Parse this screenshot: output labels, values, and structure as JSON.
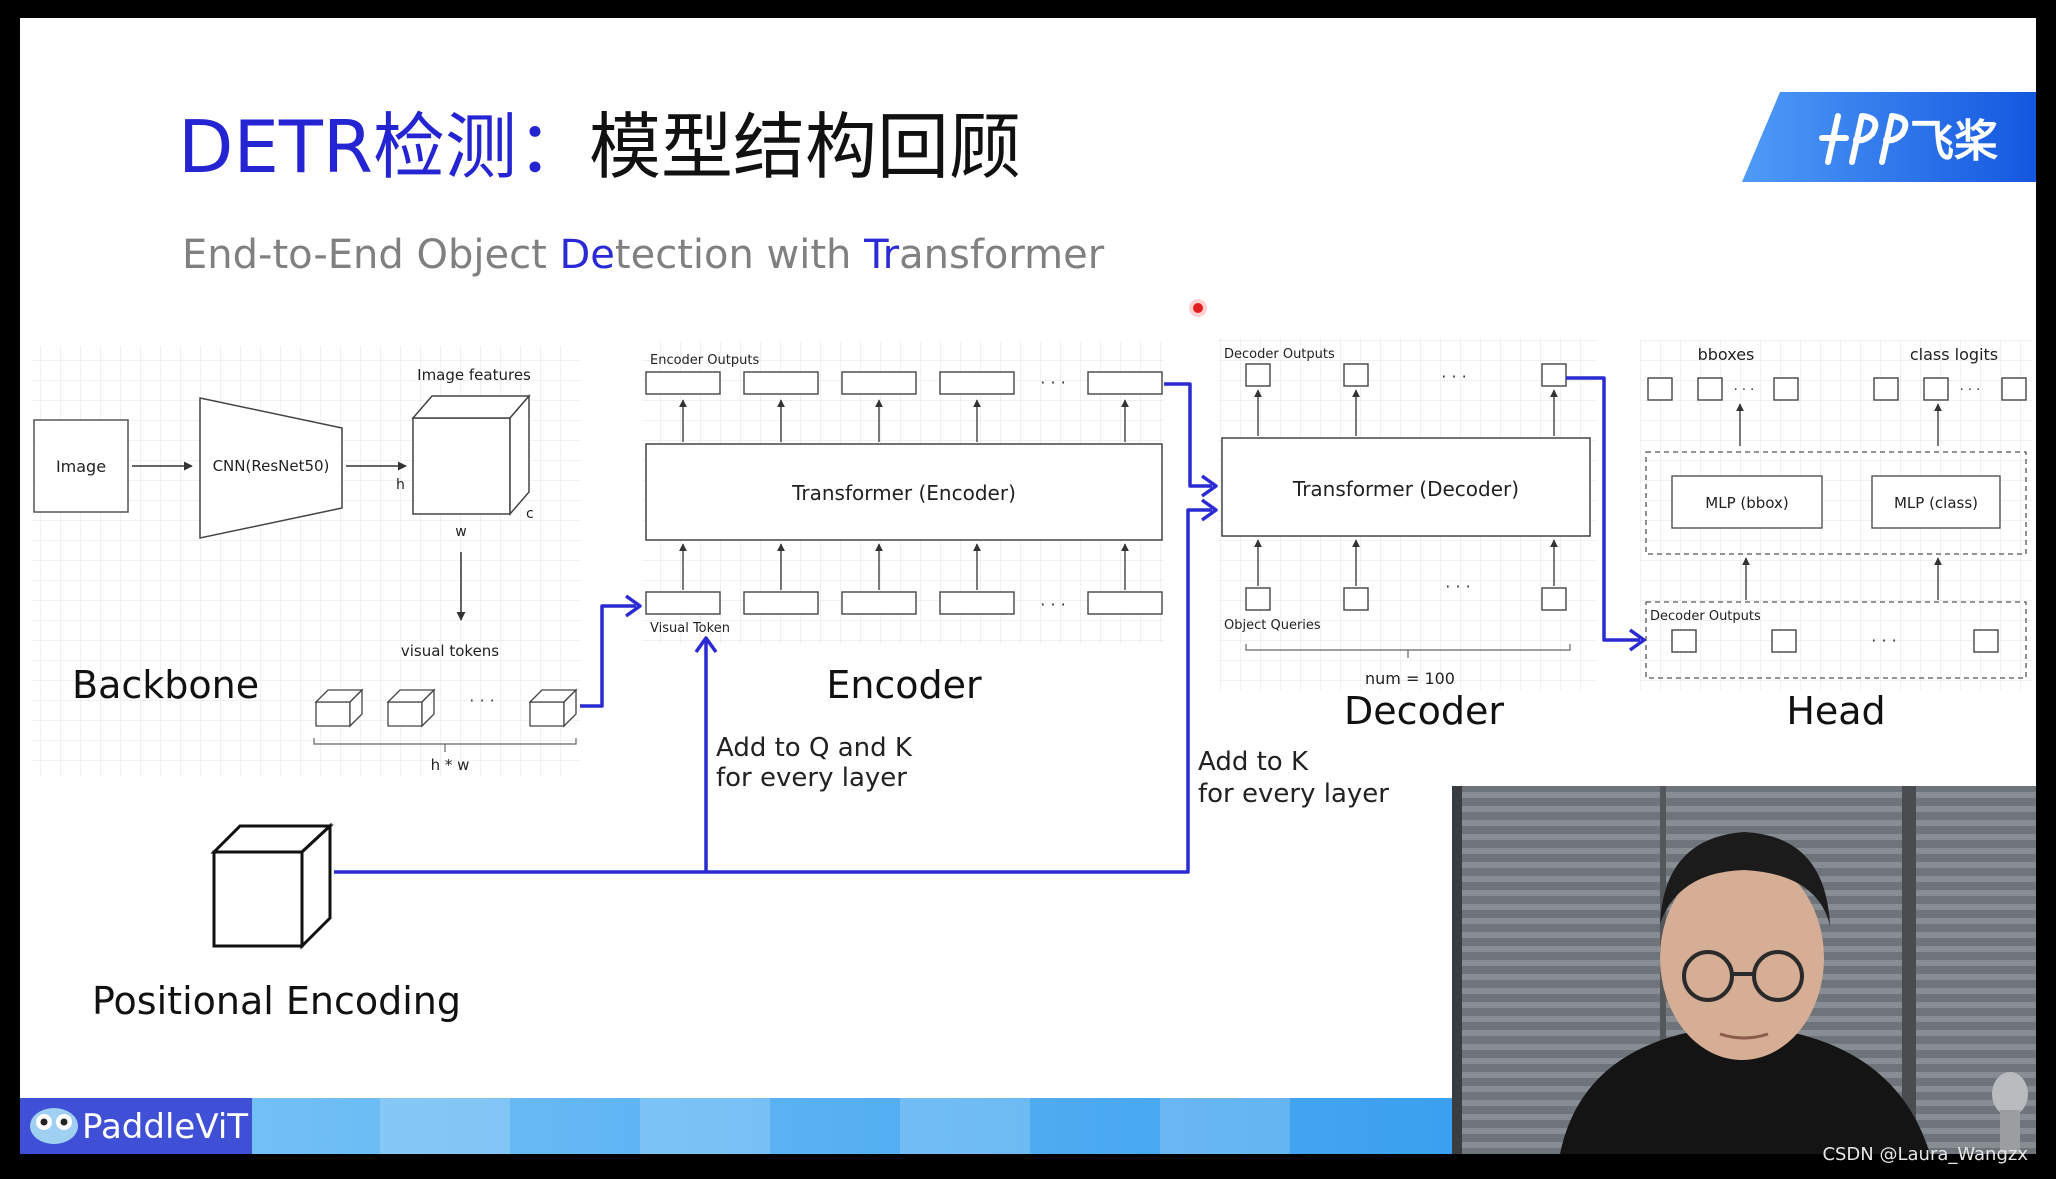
{
  "slide": {
    "title_prefix": "DETR检测",
    "title_sep": "：",
    "title_rest": "模型结构回顾",
    "subtitle": {
      "p1": "End-to-End Object ",
      "p2": "De",
      "p3": "tection with ",
      "p4": "Tr",
      "p5": "ansformer"
    },
    "brand_text": "飞桨"
  },
  "colors": {
    "accent": "#2a2ad6",
    "title_blue": "#2424d2",
    "subtitle_gray": "#808080",
    "logo_blue": "#1a6cf0",
    "arrow_blue": "#2a2ad2",
    "bottom_bar": "#3aa4f2"
  },
  "backbone": {
    "image_label": "Image",
    "cnn_label": "CNN(ResNet50)",
    "features_label": "Image features",
    "h_label": "h",
    "c_label": "c",
    "w_label": "w",
    "visual_tokens_label": "visual tokens",
    "dots": "· · ·",
    "hw_label": "h * w",
    "section_label": "Backbone"
  },
  "encoder": {
    "outputs_label": "Encoder Outputs",
    "transformer_label": "Transformer (Encoder)",
    "visual_token_label": "Visual Token",
    "dots": "· · ·",
    "section_label": "Encoder",
    "add_qk_line1": "Add to Q and K",
    "add_qk_line2": "for every layer"
  },
  "decoder": {
    "outputs_label": "Decoder Outputs",
    "transformer_label": "Transformer (Decoder)",
    "queries_label": "Object Queries",
    "num_label": "num = 100",
    "dots": "· · ·",
    "section_label": "Decoder",
    "add_k_line1": "Add to K",
    "add_k_line2": "for every layer"
  },
  "head": {
    "bboxes_label": "bboxes",
    "class_logits_label": "class logits",
    "mlp_bbox_label": "MLP (bbox)",
    "mlp_class_label": "MLP (class)",
    "decoder_outputs_label": "Decoder Outputs",
    "dots": "· · ·",
    "section_label": "Head"
  },
  "positional": {
    "label": "Positional Encoding"
  },
  "footer": {
    "paddlevit_label": "PaddleViT",
    "watermark": "CSDN @Laura_Wangzx"
  }
}
